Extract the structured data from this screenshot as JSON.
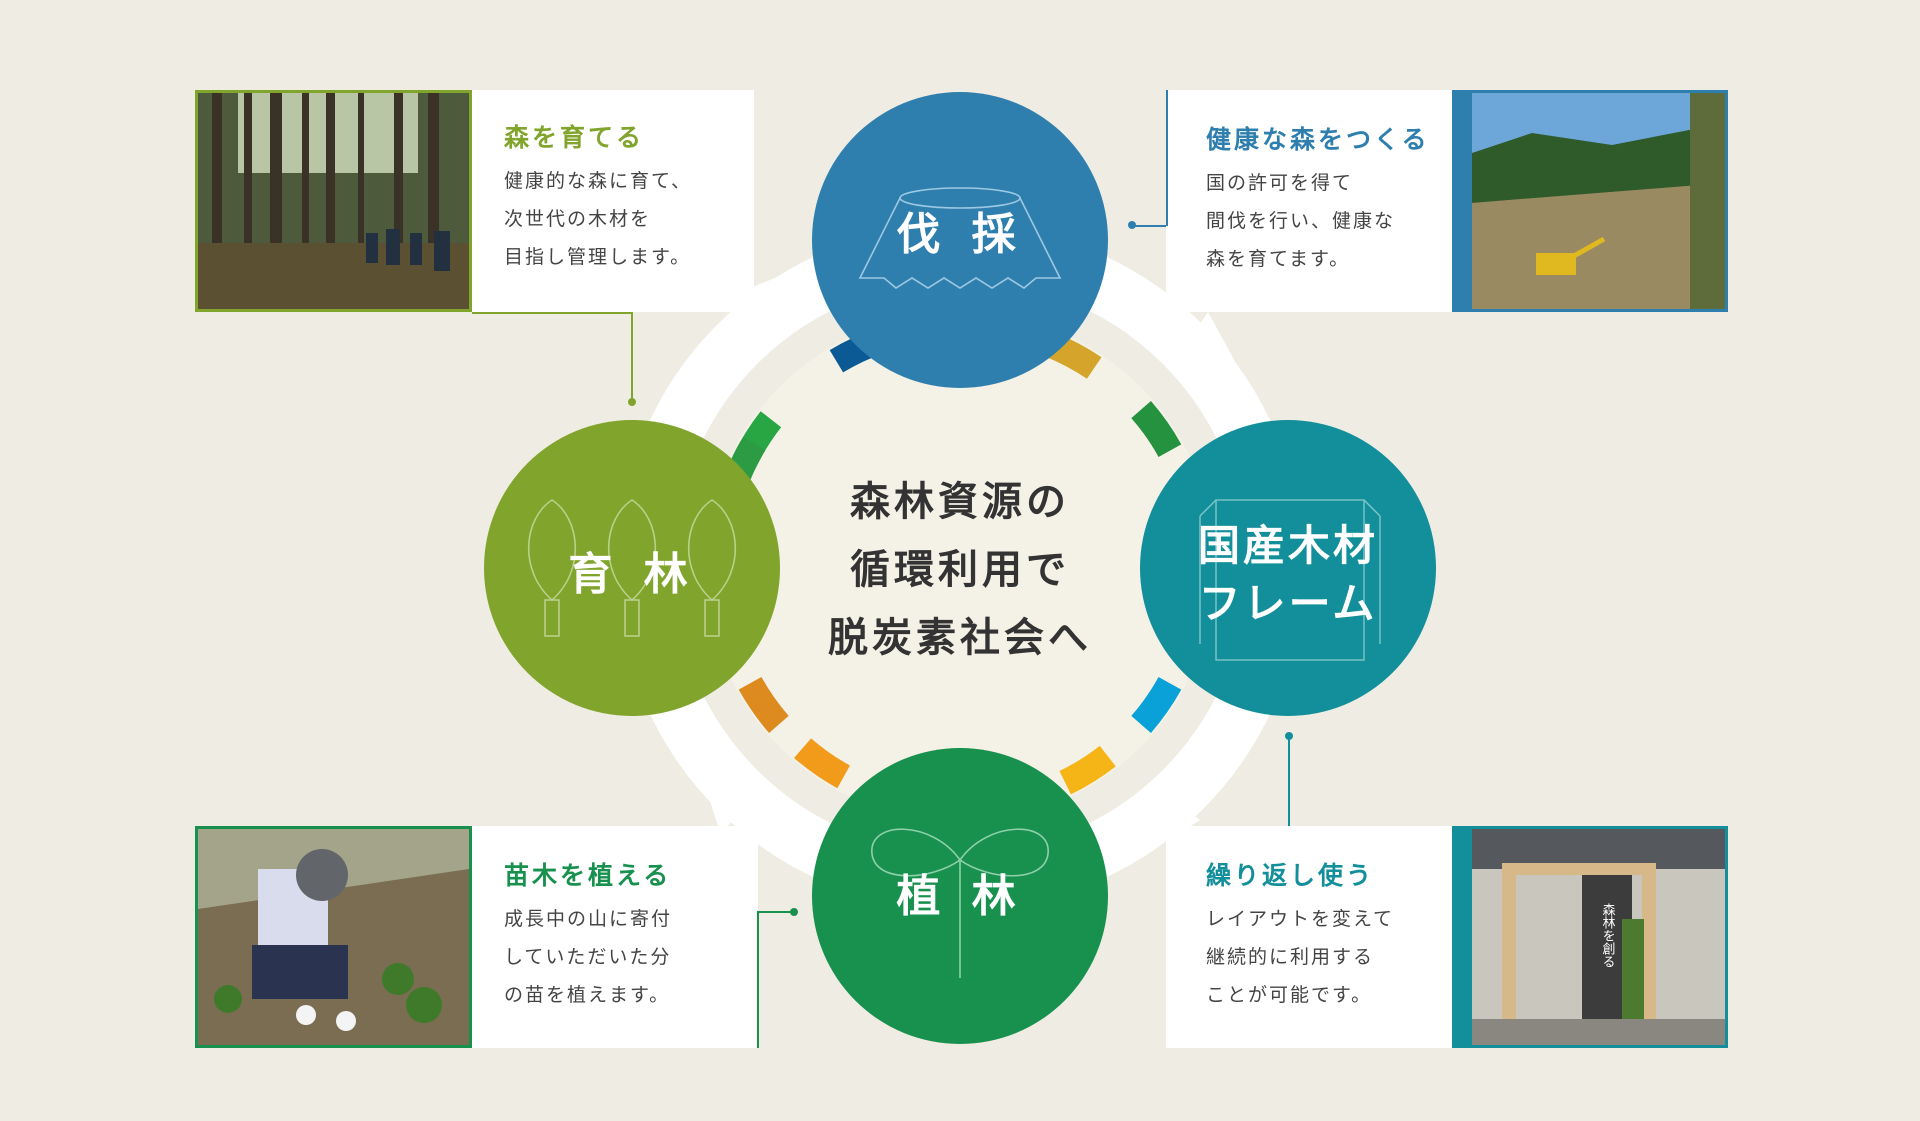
{
  "center": {
    "line1": "森林資源の",
    "line2": "循環利用で",
    "line3": "脱炭素社会へ"
  },
  "nodes": {
    "top": {
      "label": "伐 採",
      "color": "#2f7fae"
    },
    "right": {
      "label_line1": "国産木材",
      "label_line2": "フレーム",
      "color": "#128f9a"
    },
    "bottom": {
      "label": "植 林",
      "color": "#18914f"
    },
    "left": {
      "label": "育 林",
      "color": "#80a42c"
    }
  },
  "boxes": {
    "top_left": {
      "title": "森を育てる",
      "lines": [
        "健康的な森に育て、",
        "次世代の木材を",
        "目指し管理します。"
      ],
      "color": "#80a42c",
      "photo": "forest-walkers-photo"
    },
    "top_right": {
      "title": "健康な森をつくる",
      "lines": [
        "国の許可を得て",
        "間伐を行い、健康な",
        "森を育てます。"
      ],
      "color": "#2f7fae",
      "photo": "excavator-clearing-photo"
    },
    "bottom_left": {
      "title": "苗木を植える",
      "lines": [
        "成長中の山に寄付",
        "していただいた分",
        "の苗を植えます。"
      ],
      "color": "#18914f",
      "photo": "planting-seedling-photo"
    },
    "bottom_right": {
      "title": "繰り返し使う",
      "lines": [
        "レイアウトを変えて",
        "継続的に利用する",
        "ことが可能です。"
      ],
      "color": "#128f9a",
      "photo": "wooden-frame-booth-photo",
      "photo_sign": "森林を創る"
    }
  },
  "ring_colors": [
    "#0b5a95",
    "#d4a52a",
    "#259240",
    "#27a643",
    "#0aa1d9",
    "#f6b517",
    "#9b1444",
    "#e6127a",
    "#f29b1b",
    "#dd8a1f",
    "#2d9b44",
    "#2b67ac"
  ]
}
